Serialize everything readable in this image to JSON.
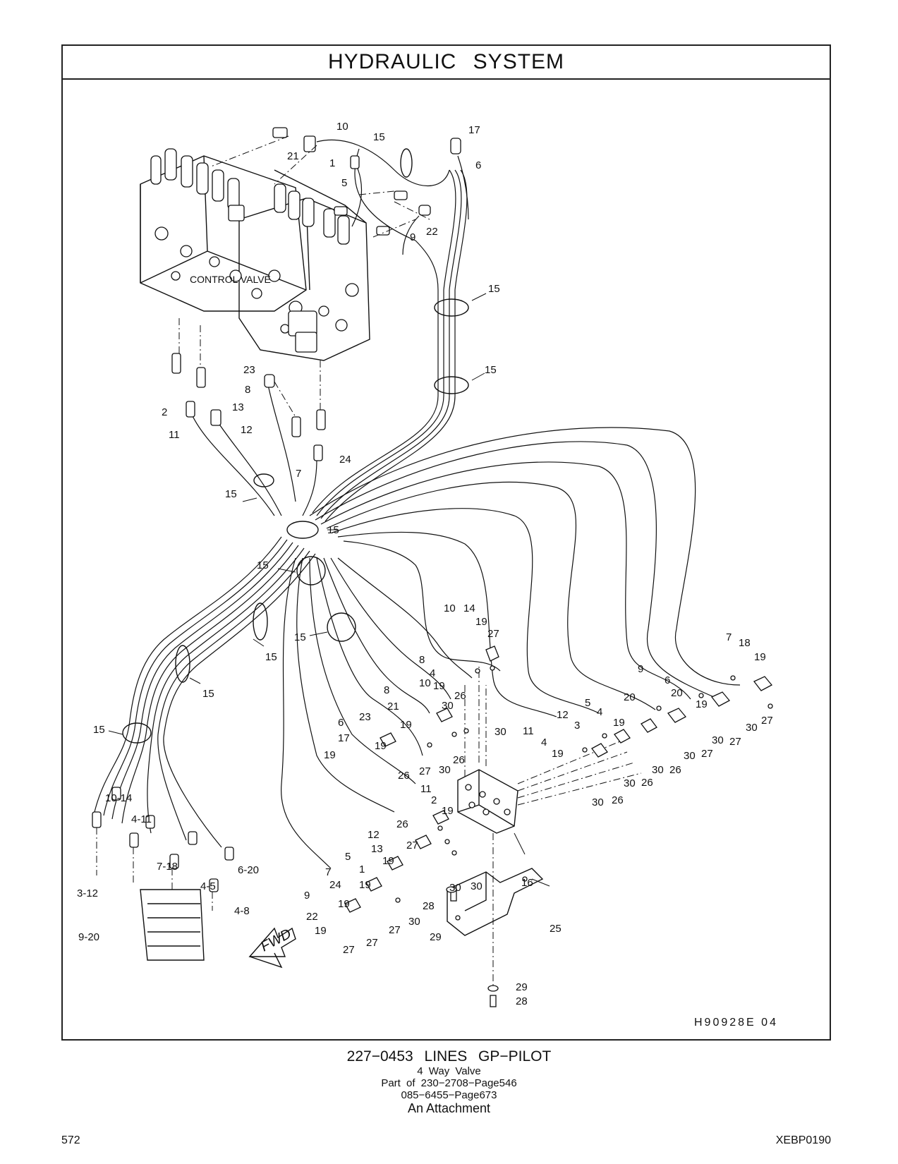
{
  "header": {
    "title": "HYDRAULIC   SYSTEM"
  },
  "diagram": {
    "control_valve_label": "CONTROL  VALVE",
    "fwd_label": "FWD",
    "drawing_code": "H90928E    04",
    "callouts": [
      "1",
      "2",
      "3",
      "4",
      "5",
      "6",
      "7",
      "8",
      "9",
      "10",
      "11",
      "12",
      "13",
      "14",
      "15",
      "16",
      "17",
      "18",
      "19",
      "20",
      "21",
      "22",
      "23",
      "24",
      "25",
      "26",
      "27",
      "28",
      "29",
      "30",
      "10-14",
      "4-11",
      "7-18",
      "4-5",
      "6-20",
      "4-8",
      "3-12",
      "9-20"
    ]
  },
  "caption": {
    "title": "227−0453   LINES  GP−PILOT",
    "line1": "4  Way  Valve",
    "line2": "Part of 230−2708−Page546",
    "line3": "085−6455−Page673",
    "line4": "An Attachment"
  },
  "footer": {
    "page_number": "572",
    "doc_code": "XEBP0190"
  }
}
